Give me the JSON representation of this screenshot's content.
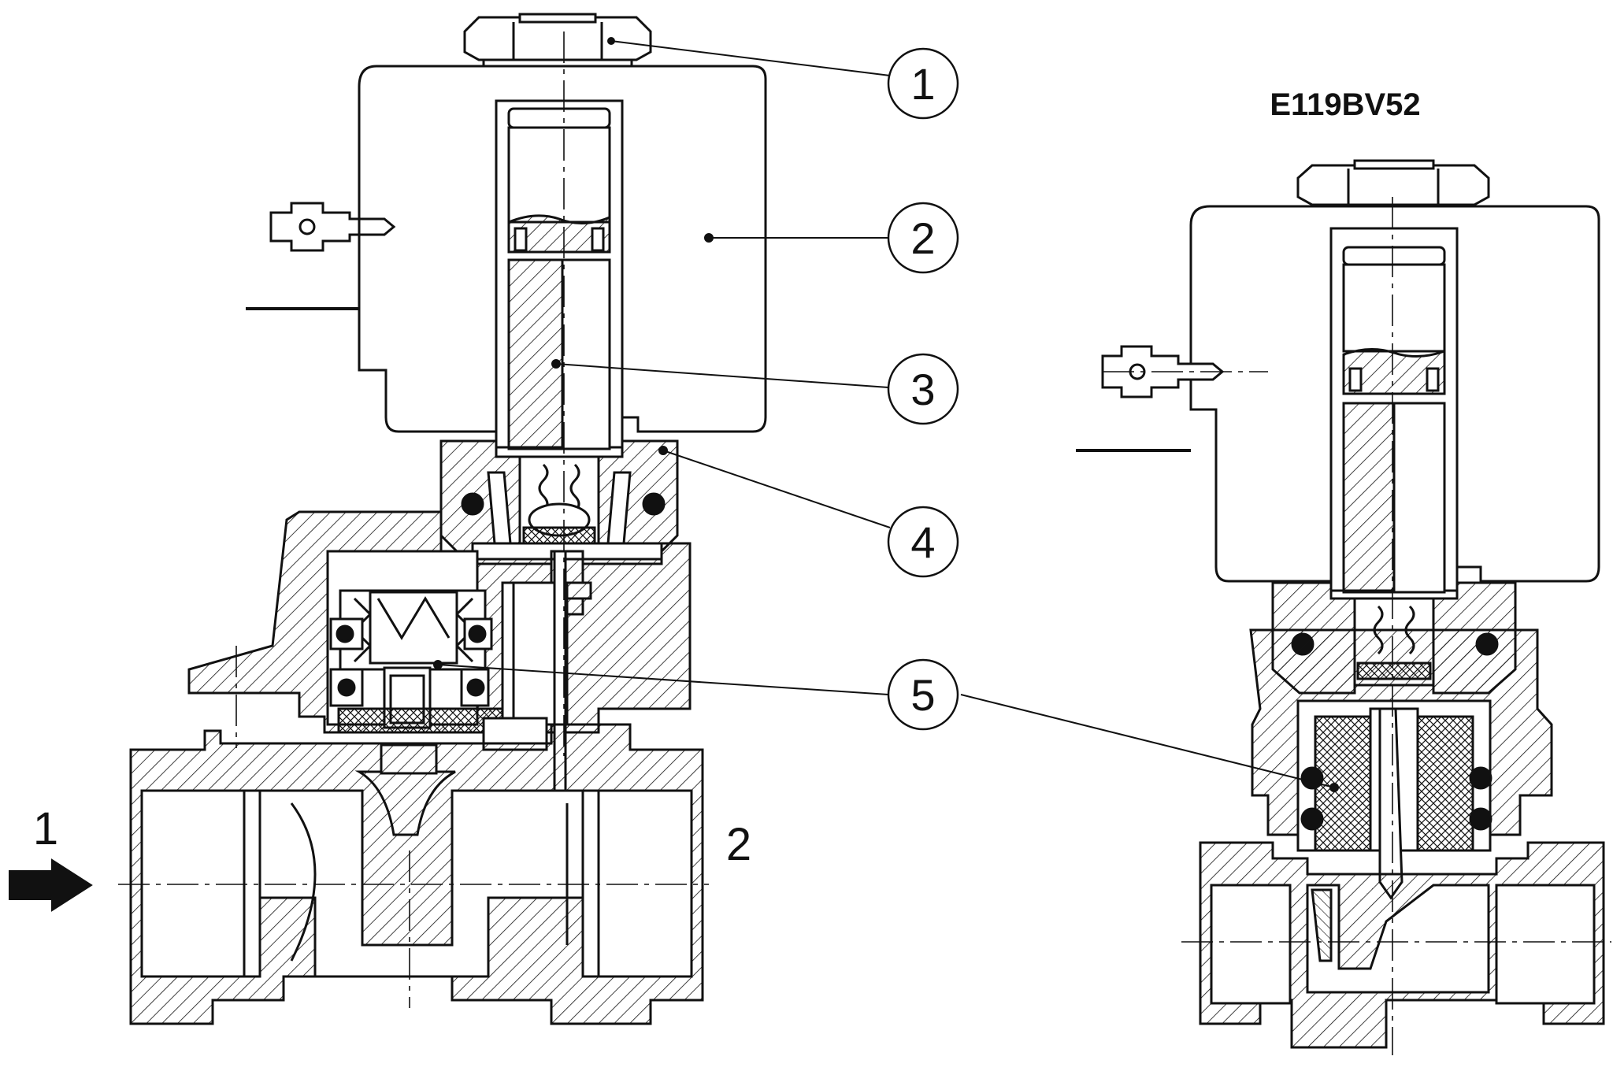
{
  "model_label": "E119BV52",
  "callouts": [
    {
      "id": "1",
      "label": "1"
    },
    {
      "id": "2",
      "label": "2"
    },
    {
      "id": "3",
      "label": "3"
    },
    {
      "id": "4",
      "label": "4"
    },
    {
      "id": "5",
      "label": "5"
    }
  ],
  "flow": {
    "inlet_label": "1",
    "outlet_label": "2"
  },
  "colors": {
    "line": "#111111",
    "background": "#ffffff"
  }
}
